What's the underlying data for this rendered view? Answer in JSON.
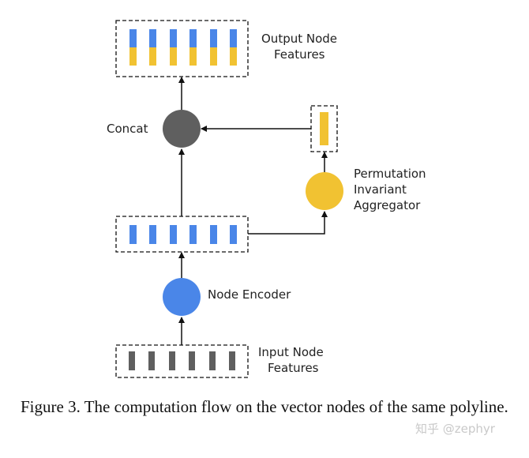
{
  "colors": {
    "blue": "#4a86e8",
    "yellow": "#f1c232",
    "gray": "#5f5f5f",
    "line": "#111111"
  },
  "nodes": {
    "output_features_label": [
      "Output Node",
      "Features"
    ],
    "concat_label": "Concat",
    "aggregator_label": [
      "Permutation",
      "Invariant",
      "Aggregator"
    ],
    "encoder_label": "Node Encoder",
    "input_features_label": [
      "Input Node",
      "Features"
    ]
  },
  "caption": "Figure 3. The computation flow on the vector nodes of the same polyline.",
  "watermark": "知乎 @zephyr"
}
